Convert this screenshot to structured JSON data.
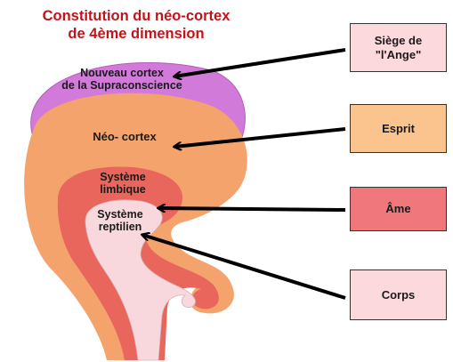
{
  "title": "Constitution du néo-cortex\nde 4ème dimension",
  "regions": {
    "supra": "Nouveau cortex\nde la Supraconscience",
    "neo": "Néo- cortex",
    "limbic": "Système\nlimbique",
    "reptilian": "Système\nreptilien"
  },
  "boxes": {
    "ange": "Siège de\n\"l'Ange\"",
    "esprit": "Esprit",
    "ame": "Âme",
    "corps": "Corps"
  },
  "colors": {
    "title": "#c0141a",
    "supra": "#d17ad9",
    "neo": "#f5a36c",
    "limbic": "#e8665c",
    "reptilian": "#f8d8dc",
    "box_ange": "#fcd9dd",
    "box_esprit": "#fbc48e",
    "box_ame": "#f0787c",
    "box_corps": "#fcd9dd"
  }
}
